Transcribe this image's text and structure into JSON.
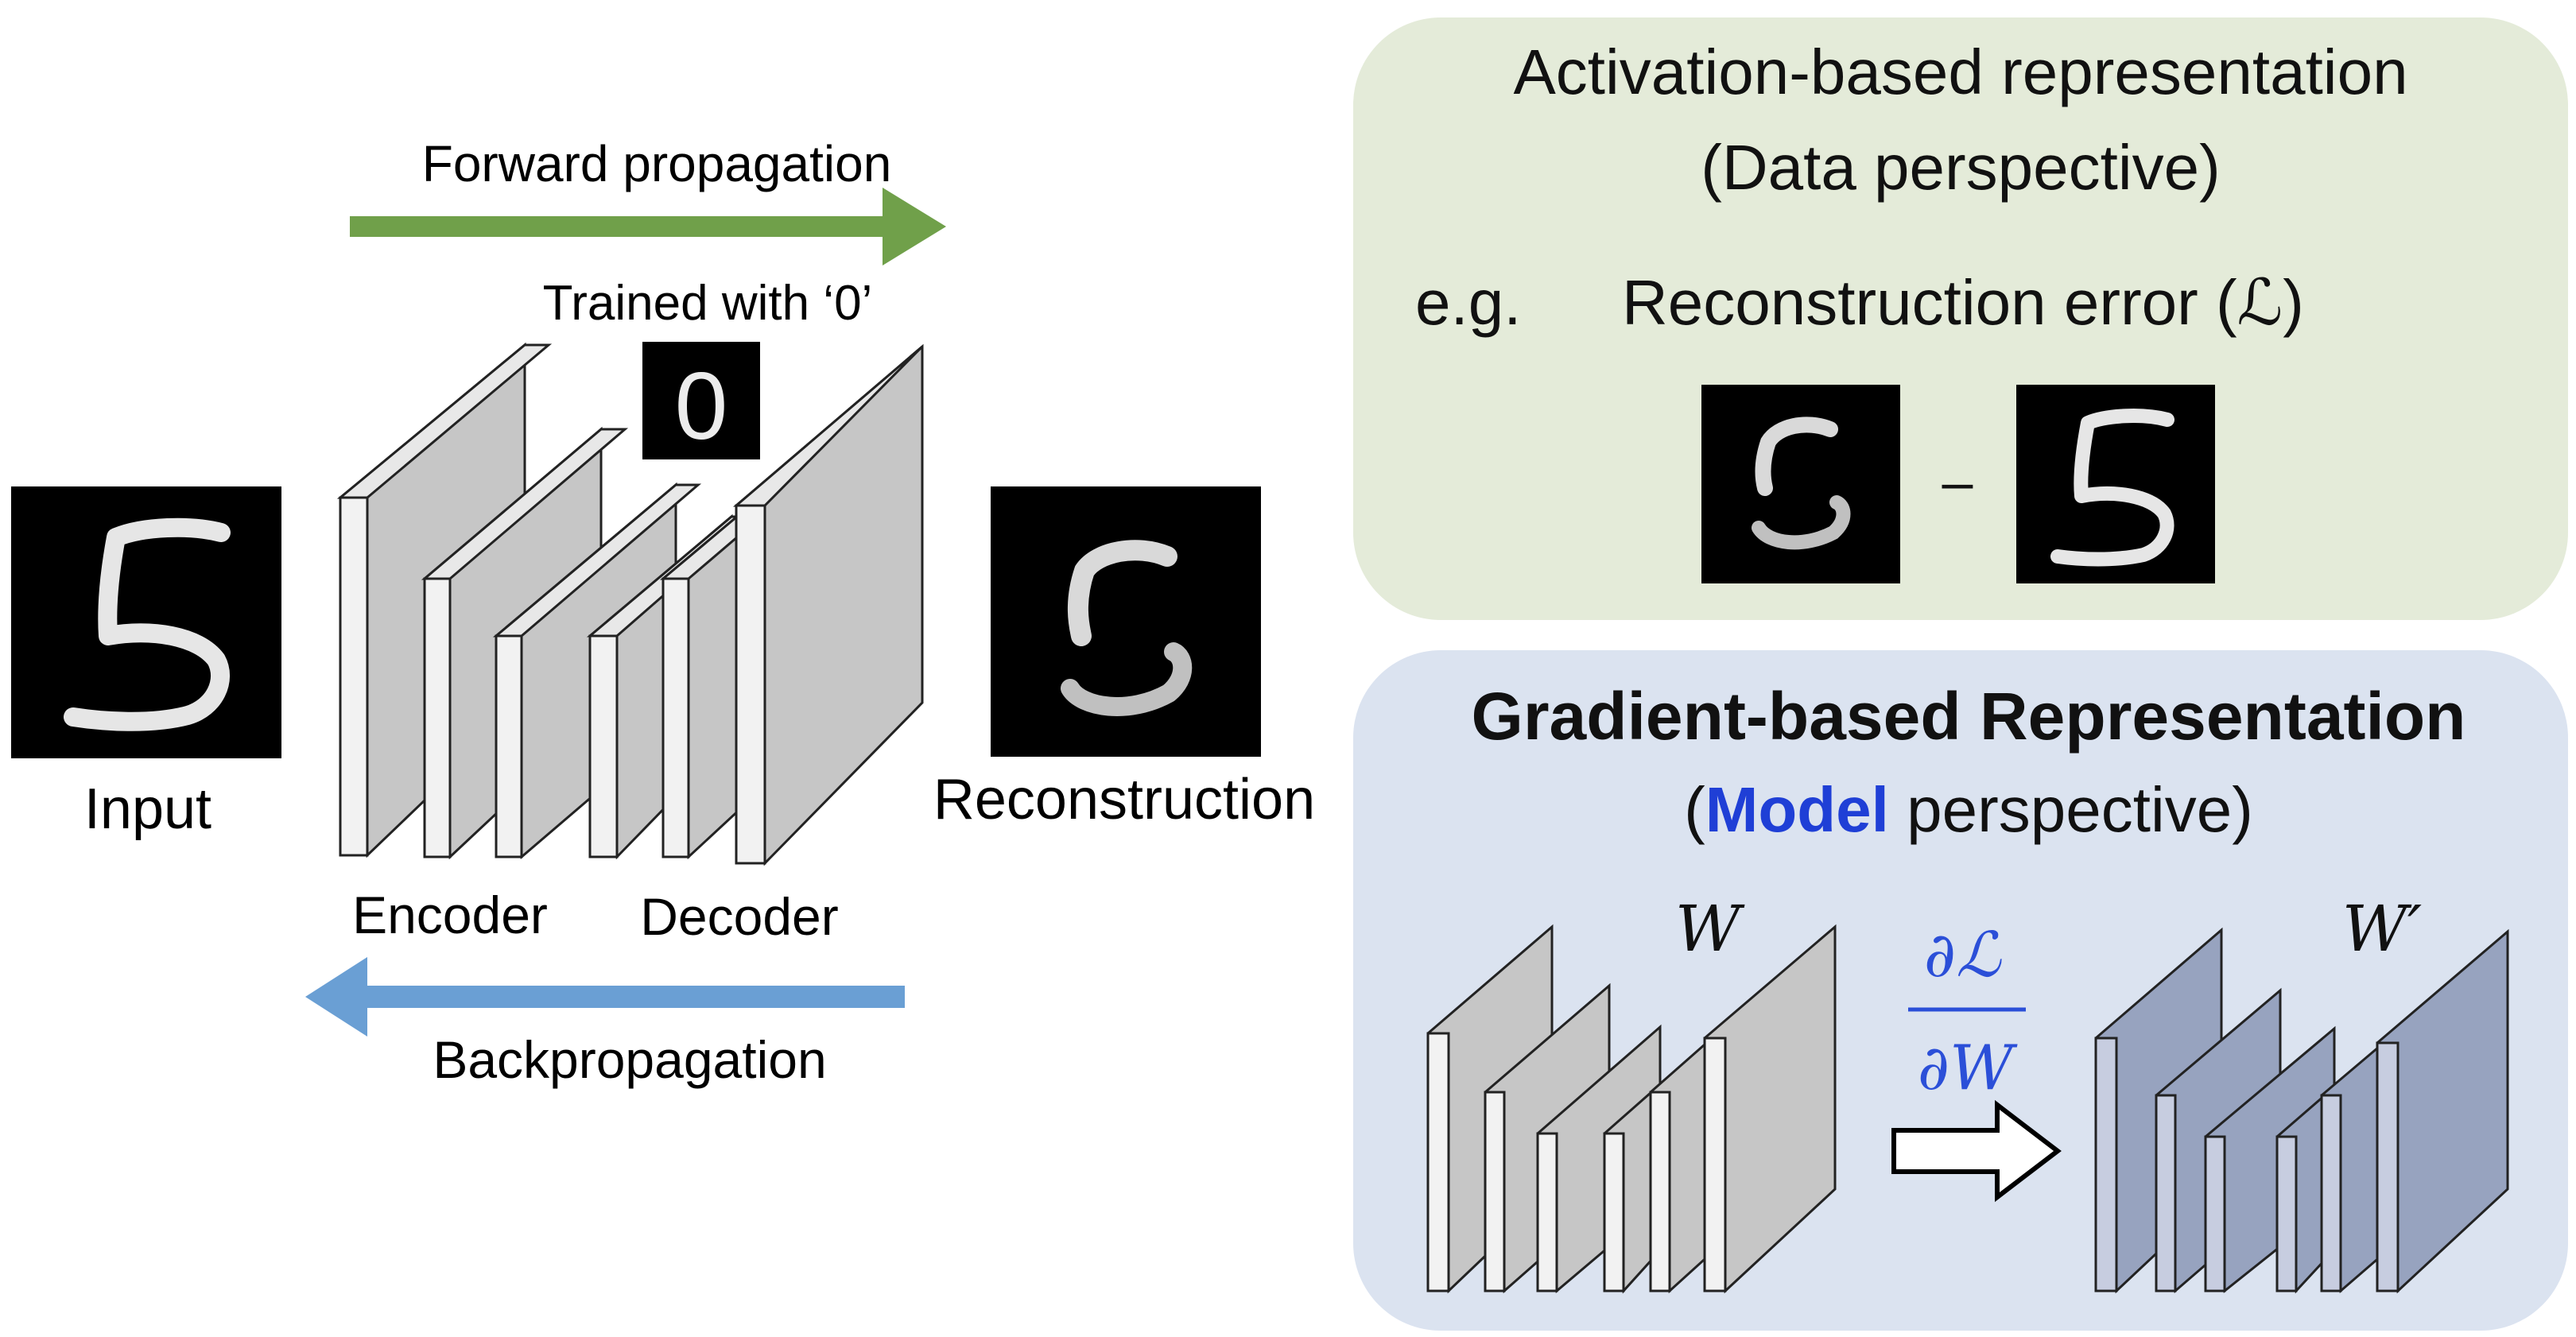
{
  "left_panel": {
    "forward_label": "Forward propagation",
    "trained_label": "Trained with ‘0’",
    "input_label": "Input",
    "reconstruction_label": "Reconstruction",
    "encoder_label": "Encoder",
    "decoder_label": "Decoder",
    "backprop_label": "Backpropagation",
    "input_digit": "5",
    "trained_digit": "0"
  },
  "activation_panel": {
    "title_line1": "Activation-based representation",
    "title_line2": "(Data perspective)",
    "eg_label": "e.g.",
    "example_text": "Reconstruction error (ℒ)",
    "minus": "–",
    "target_digit": "5"
  },
  "gradient_panel": {
    "title_line1": "Gradient-based Representation",
    "paren_open": "(",
    "highlight_word": "Model",
    "title_rest": " perspective)",
    "w_label": "W",
    "w_prime_label": "W′",
    "grad_numerator": "∂ℒ",
    "grad_denominator": "∂W"
  },
  "colors": {
    "forward_arrow": "#70a04a",
    "back_arrow": "#6a9fd4",
    "activation_bg": "#e4ebd9",
    "gradient_bg": "#dbe3f0",
    "highlight": "#1f3fd6",
    "gradient_fraction": "#2b4fd8",
    "layer_front": "#f2f2f2",
    "layer_side": "#c6c6c6",
    "updated_layer_side": "#97a3bf",
    "updated_layer_front": "#c7cde0"
  }
}
